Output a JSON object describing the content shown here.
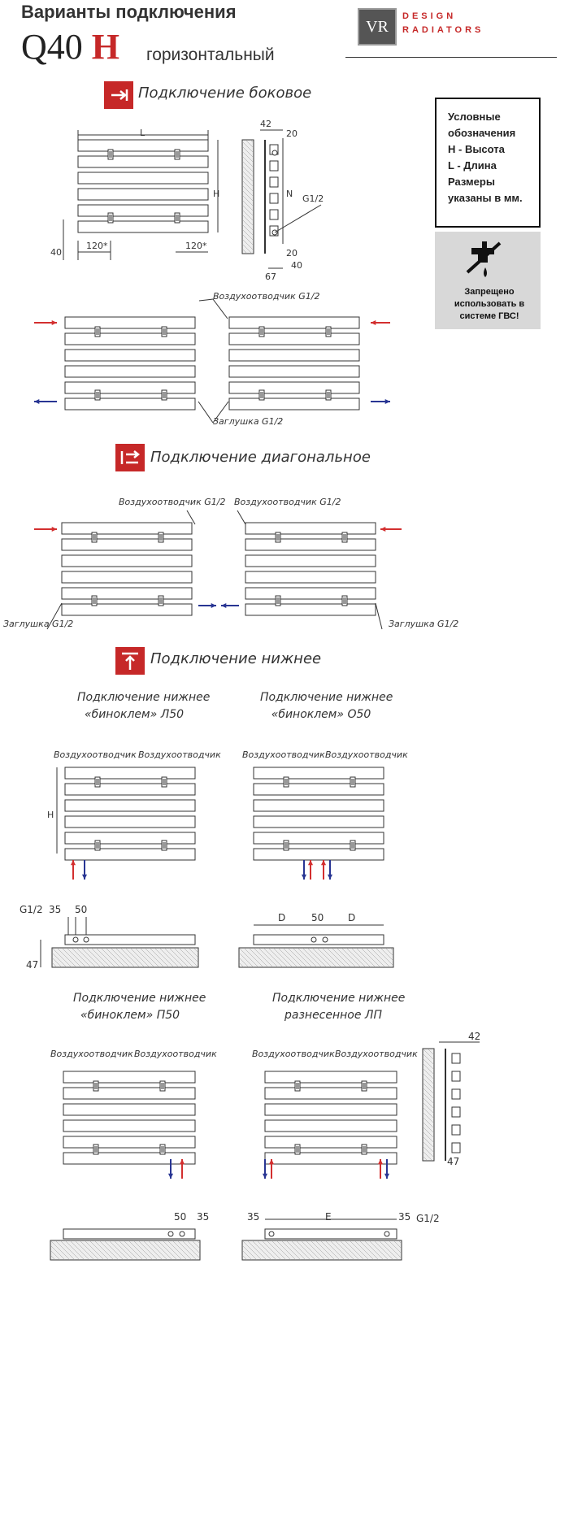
{
  "header": {
    "title": "Варианты подключения",
    "model": "Q40",
    "model_letter": "H",
    "variant": "горизонтальный",
    "logo_text": "VR",
    "brand_line1": "DESIGN",
    "brand_line2": "RADIATORS"
  },
  "legend": {
    "title": "Условные обозначения",
    "line1": "H - Высота",
    "line2": "L - Длина",
    "line3": "Размеры указаны в мм."
  },
  "warning": {
    "text": "Запрещено использовать в системе ГВС!"
  },
  "sections": {
    "side": "Подключение боковое",
    "diagonal": "Подключение диагональное",
    "bottom": "Подключение нижнее"
  },
  "dims": {
    "L": "L",
    "H": "H",
    "d42": "42",
    "d20a": "20",
    "N": "N",
    "G12": "G1/2",
    "d20b": "20",
    "d40": "40",
    "d67": "67",
    "d40left": "40",
    "d120a": "120*",
    "d120b": "120*",
    "d35": "35",
    "d50": "50",
    "d47": "47",
    "D": "D",
    "E": "E"
  },
  "labels": {
    "air_vent_g12": "Воздухоотводчик G1/2",
    "plug_g12": "Заглушка G1/2",
    "air_vent": "Воздухоотводчик"
  },
  "bottom_variants": {
    "l50_1": "Подключение нижнее",
    "l50_2": "«биноклем» Л50",
    "o50_1": "Подключение нижнее",
    "o50_2": "«биноклем» О50",
    "p50_1": "Подключение нижнее",
    "p50_2": "«биноклем» П50",
    "lp_1": "Подключение нижнее",
    "lp_2": "разнесенное ЛП"
  },
  "colors": {
    "brand_red": "#c62828",
    "flow_red": "#d32f2f",
    "flow_blue": "#283593"
  }
}
